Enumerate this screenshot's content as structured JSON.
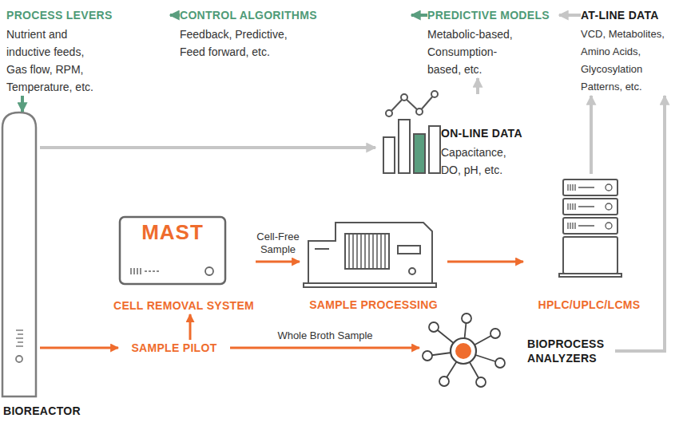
{
  "diagram": {
    "nodes": [
      {
        "text": [
          "PROCESS LEVERS",
          "Nutrient and inductive feeds, Gas flow, RPM, Temperature, etc."
        ]
      },
      {
        "text": [
          "CONTROL ALGORITHMS",
          "Feedback, Predictive, Feed forward, etc."
        ]
      },
      {
        "text": [
          "PREDICTIVE MODELS",
          "Metabolic-based, Consumption-based, etc."
        ]
      },
      {
        "text": [
          "AT-LINE DATA",
          "VCD, Metabolites, Amino Acids, Glycosylation Patterns, etc."
        ]
      },
      {
        "text": [
          "ON-LINE DATA",
          "Capacitance, DO, pH, etc."
        ]
      },
      {
        "text": [
          "BIOREACTOR"
        ]
      },
      {
        "text": [
          "MAST",
          "CELL REMOVAL SYSTEM"
        ]
      },
      {
        "text": [
          "SAMPLE PROCESSING"
        ]
      },
      {
        "text": [
          "HPLC/UPLC/LCMS"
        ]
      },
      {
        "text": [
          "SAMPLE PILOT"
        ]
      },
      {
        "text": [
          "BIOPROCESS ANALYZERS"
        ]
      }
    ],
    "edges": [
      {
        "from": 1,
        "to": 0,
        "arrow": "to"
      },
      {
        "from": 2,
        "to": 1,
        "arrow": "to"
      },
      {
        "from": 3,
        "to": 2,
        "arrow": "to"
      },
      {
        "from": 0,
        "to": 5,
        "arrow": "to"
      },
      {
        "from": 5,
        "to": 4,
        "arrow": "to"
      },
      {
        "from": 4,
        "to": 2,
        "arrow": "to"
      },
      {
        "from": 5,
        "to": 9,
        "arrow": "to"
      },
      {
        "from": 9,
        "to": 6,
        "arrow": "to"
      },
      {
        "from": 6,
        "to": 7,
        "label": "Cell-Free Sample",
        "arrow": "to"
      },
      {
        "from": 7,
        "to": 8,
        "arrow": "to"
      },
      {
        "from": 8,
        "to": 3,
        "arrow": "to"
      },
      {
        "from": 9,
        "to": 10,
        "label": "Whole Broth Sample",
        "arrow": "to"
      },
      {
        "from": 10,
        "to": 3,
        "arrow": "to"
      }
    ]
  }
}
